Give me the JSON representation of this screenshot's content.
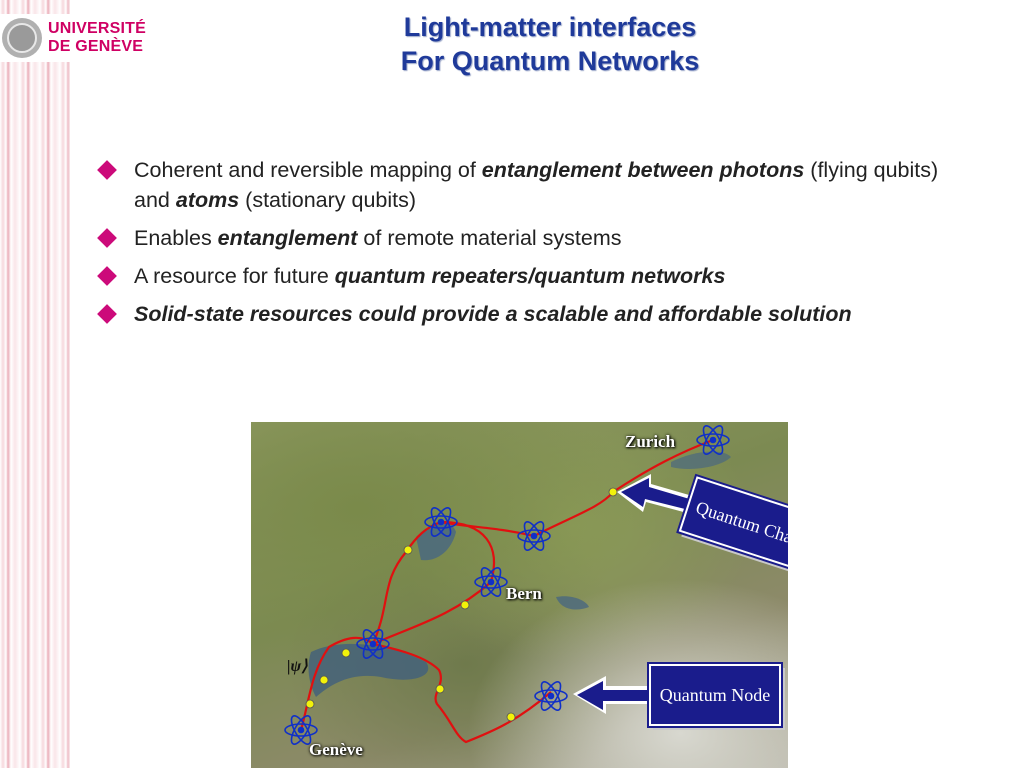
{
  "logo": {
    "line1": "UNIVERSITÉ",
    "line2": "DE GENÈVE"
  },
  "title": {
    "line1": "Light-matter interfaces",
    "line2": "For Quantum Networks"
  },
  "bullets": [
    {
      "pre": "Coherent and reversible mapping of ",
      "em1": "entanglement between photons",
      "mid": " (flying qubits) and ",
      "em2": "atoms",
      "post": " (stationary qubits)"
    },
    {
      "pre": "Enables ",
      "em1": "entanglement",
      "post": " of remote material systems"
    },
    {
      "pre": "A resource for future ",
      "em1": "quantum repeaters/quantum networks"
    },
    {
      "em1": "Solid-state resources could provide a scalable and affordable solution"
    }
  ],
  "map": {
    "cities": {
      "zurich": "Zurich",
      "bern": "Bern",
      "geneve": "Genève"
    },
    "psi_label": "|ψ⟩",
    "callouts": {
      "channel": "Quantum Channel",
      "node": "Quantum Node"
    },
    "colors": {
      "channel_line": "#e01010",
      "callout_fill": "#1a1c8c",
      "node_dot": "#f2f20a",
      "atom": "#1030c8"
    }
  }
}
